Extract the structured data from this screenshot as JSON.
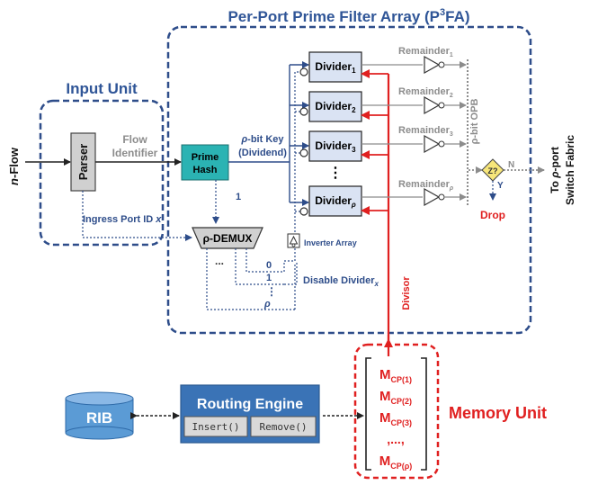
{
  "titles": {
    "pfa_prefix": "Per-Port Prime Filter Array (P",
    "pfa_sup": "3",
    "pfa_suffix": "FA)",
    "input_unit": "Input Unit",
    "memory_unit": "Memory Unit"
  },
  "input_side": {
    "n_flow_n": "n",
    "n_flow_rest": "-Flow",
    "parser": "Parser",
    "flow_identifier_1": "Flow",
    "flow_identifier_2": "Identifier",
    "ingress_port": "Ingress Port ID ",
    "ingress_port_var": "x"
  },
  "prime_hash": {
    "line1": "Prime",
    "line2": "Hash"
  },
  "key_label": {
    "rho": "ρ",
    "rest": "-bit Key",
    "dividend": "(Dividend)"
  },
  "demux": {
    "label": "ρ-DEMUX",
    "select": "1",
    "ellipsis": "...",
    "out0": "0",
    "out1": "1",
    "outdots": "⋮",
    "outrho": "ρ"
  },
  "dividers": [
    {
      "base": "Divider",
      "sub": "1"
    },
    {
      "base": "Divider",
      "sub": "2"
    },
    {
      "base": "Divider",
      "sub": "3"
    },
    {
      "base": "Divider",
      "sub": "ρ"
    }
  ],
  "divider_dots": "⋮",
  "remainders": [
    {
      "base": "Remainder",
      "sub": "1"
    },
    {
      "base": "Remainder",
      "sub": "2"
    },
    {
      "base": "Remainder",
      "sub": "3"
    },
    {
      "base": "Remainder",
      "sub": "ρ"
    }
  ],
  "opb": "ρ-bit OPB",
  "inverter_array": "Inverter Array",
  "disable_divider": "Disable Divider",
  "disable_divider_var": "x",
  "divisor": "Divisor",
  "decision": {
    "symbol": "Z?",
    "no": "N",
    "yes": "Y",
    "drop": "Drop"
  },
  "output": {
    "line1_prefix": "To ",
    "line1_rho": "ρ",
    "line1_suffix": "-port",
    "line2": "Switch Fabric"
  },
  "rib": "RIB",
  "routing_engine": {
    "title": "Routing Engine",
    "insert": "Insert()",
    "remove": "Remove()"
  },
  "memory_entries": [
    {
      "base": "M",
      "sub": "CP(1)"
    },
    {
      "base": "M",
      "sub": "CP(2)"
    },
    {
      "base": "M",
      "sub": "CP(3)"
    },
    {
      "base": ",...,",
      "sub": ""
    },
    {
      "base": "M",
      "sub": "CP(ρ)"
    }
  ],
  "colors": {
    "blue_title": "#2f5597",
    "box_blue": "#2e4d8a",
    "teal": "#2bb3b3",
    "divider_fill": "#dae3f3",
    "red": "#e02020",
    "gray": "#8c8c8c",
    "decision_fill": "#f7e67a"
  }
}
